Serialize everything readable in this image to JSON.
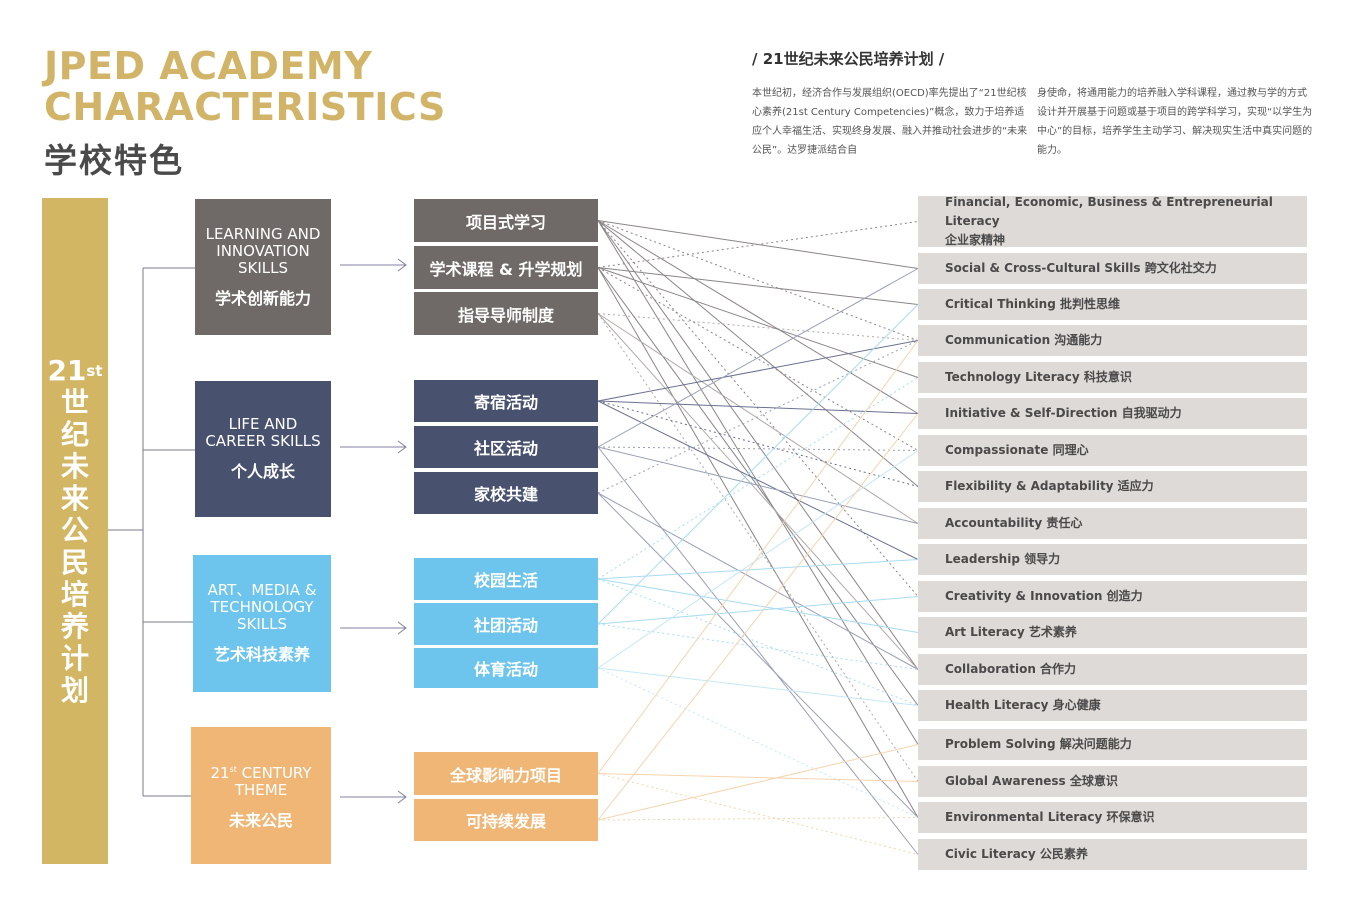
{
  "header": {
    "title_en_line1": "JPED ACADEMY",
    "title_en_line2": "CHARACTERISTICS",
    "title_cn": "学校特色"
  },
  "intro": {
    "title": "/  21世纪未来公民培养计划  /",
    "col1": "本世纪初，经济合作与发展组织(OECD)率先提出了“21世纪核心素养(21st Century Competencies)”概念，致力于培养适应个人幸福生活、实现终身发展、融入并推动社会进步的“未来公民”。达罗捷派结合自",
    "col2": "身使命，将通用能力的培养融入学科课程，通过教与学的方式设计并开展基于问题或基于项目的跨学科学习，实现“以学生为中心”的目标，培养学生主动学习、解决现实生活中真实问题的能力。"
  },
  "vertical_bar": {
    "num": "21",
    "sup": "st",
    "chars": [
      "世",
      "纪",
      "未",
      "来",
      "公",
      "民",
      "培",
      "养",
      "计",
      "划"
    ]
  },
  "categories": [
    {
      "en": "LEARNING AND\nINNOVATION\nSKILLS",
      "cn": "学术创新能力",
      "color": "#6f6968"
    },
    {
      "en": "LIFE AND\nCAREER SKILLS",
      "cn": "个人成长",
      "color": "#48516e"
    },
    {
      "en": "ART、MEDIA &\nTECHNOLOGY\nSKILLS",
      "cn": "艺术科技素养",
      "color": "#6dc4ec"
    },
    {
      "en_main": "21",
      "en_sup": "st",
      "en_rest": " CENTURY\nTHEME",
      "cn": "未来公民",
      "color": "#f0b676"
    }
  ],
  "programs": [
    {
      "label": "项目式学习",
      "color": "#6f6968"
    },
    {
      "label": "学术课程 & 升学规划",
      "color": "#6f6968"
    },
    {
      "label": "指导导师制度",
      "color": "#6f6968"
    },
    {
      "label": "寄宿活动",
      "color": "#48516e"
    },
    {
      "label": "社区活动",
      "color": "#48516e"
    },
    {
      "label": "家校共建",
      "color": "#48516e"
    },
    {
      "label": "校园生活",
      "color": "#6dc4ec"
    },
    {
      "label": "社团活动",
      "color": "#6dc4ec"
    },
    {
      "label": "体育活动",
      "color": "#6dc4ec"
    },
    {
      "label": "全球影响力项目",
      "color": "#f0b676"
    },
    {
      "label": "可持续发展",
      "color": "#f0b676"
    }
  ],
  "skills": [
    {
      "label": "Financial, Economic, Business & Entrepreneurial Literacy",
      "label2": "企业家精神"
    },
    {
      "label": "Social & Cross-Cultural Skills 跨文化社交力"
    },
    {
      "label": "Critical Thinking 批判性思维"
    },
    {
      "label": "Communication 沟通能力"
    },
    {
      "label": "Technology Literacy 科技意识"
    },
    {
      "label": "Initiative & Self-Direction  自我驱动力"
    },
    {
      "label": " Compassionate 同理心"
    },
    {
      "label": "Flexibility & Adaptability   适应力"
    },
    {
      "label": "Accountability 责任心"
    },
    {
      "label": " Leadership 领导力"
    },
    {
      "label": "Creativity & Innovation 创造力"
    },
    {
      "label": "Art Literacy 艺术素养"
    },
    {
      "label": "Collaboration 合作力"
    },
    {
      "label": "Health Literacy 身心健康"
    },
    {
      "label": "Problem Solving 解决问题能力"
    },
    {
      "label": "Global Awareness 全球意识"
    },
    {
      "label": "Environmental Literacy 环保意识"
    },
    {
      "label": "Civic Literacy 公民素养"
    }
  ],
  "connections": [
    [
      0,
      1
    ],
    [
      0,
      3
    ],
    [
      0,
      5
    ],
    [
      0,
      7
    ],
    [
      0,
      10
    ],
    [
      0,
      12
    ],
    [
      0,
      14
    ],
    [
      1,
      0
    ],
    [
      1,
      2
    ],
    [
      1,
      4
    ],
    [
      1,
      6
    ],
    [
      1,
      13
    ],
    [
      1,
      16
    ],
    [
      2,
      3
    ],
    [
      2,
      8
    ],
    [
      2,
      12
    ],
    [
      2,
      15
    ],
    [
      3,
      3
    ],
    [
      3,
      5
    ],
    [
      3,
      7
    ],
    [
      3,
      9
    ],
    [
      4,
      1
    ],
    [
      4,
      6
    ],
    [
      4,
      8
    ],
    [
      4,
      17
    ],
    [
      5,
      3
    ],
    [
      5,
      12
    ],
    [
      5,
      16
    ],
    [
      6,
      4
    ],
    [
      6,
      9
    ],
    [
      6,
      11
    ],
    [
      6,
      13
    ],
    [
      7,
      2
    ],
    [
      7,
      10
    ],
    [
      7,
      12
    ],
    [
      8,
      6
    ],
    [
      8,
      13
    ],
    [
      8,
      16
    ],
    [
      9,
      3
    ],
    [
      9,
      15
    ],
    [
      9,
      17
    ],
    [
      10,
      5
    ],
    [
      10,
      14
    ],
    [
      10,
      16
    ]
  ],
  "colors": {
    "gold": "#d1b468",
    "grey": "#6f6968",
    "navy": "#48516e",
    "sky": "#6dc4ec",
    "orange": "#f0b676",
    "skill_bg": "#dedad8"
  }
}
